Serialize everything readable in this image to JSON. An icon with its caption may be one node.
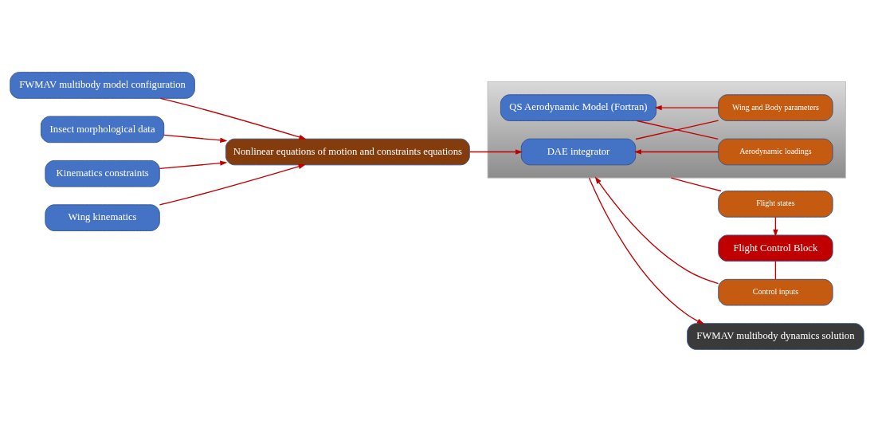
{
  "diagram": {
    "nodes": [
      {
        "text": [
          "FWMAV multibody model configuration"
        ]
      },
      {
        "text": [
          "Insect morphological data"
        ]
      },
      {
        "text": [
          "Kinematics constraints"
        ]
      },
      {
        "text": [
          "Wing kinematics"
        ]
      },
      {
        "text": [
          "Nonlinear equations of motion and constraints equations"
        ]
      },
      {
        "text": [],
        "shape": "box"
      },
      {
        "text": [
          "DAE integrator"
        ],
        "in": 5
      },
      {
        "text": [
          "Aerodynamic loadings"
        ],
        "in": 5
      },
      {
        "text": [
          "Wing and Body parameters"
        ],
        "in": 5
      },
      {
        "text": [
          "QS Aerodynamic Model (Fortran)"
        ],
        "in": 5
      },
      {
        "text": [
          "Control inputs"
        ]
      },
      {
        "text": [
          "Flight states"
        ]
      },
      {
        "text": [
          "Flight Control Block"
        ]
      },
      {
        "text": [
          "FWMAV multibody dynamics solution"
        ]
      }
    ],
    "edges": [
      {
        "from": 0,
        "to": 4,
        "arrow": "to"
      },
      {
        "from": 1,
        "to": 4,
        "arrow": "to"
      },
      {
        "from": 2,
        "to": 4,
        "arrow": "to"
      },
      {
        "from": 3,
        "to": 4,
        "arrow": "to"
      },
      {
        "from": 4,
        "to": 6,
        "arrow": "to"
      },
      {
        "from": 9,
        "to": 7,
        "arrow": "none"
      },
      {
        "from": 7,
        "to": 6,
        "arrow": "to"
      },
      {
        "from": 6,
        "to": 8,
        "arrow": "none"
      },
      {
        "from": 8,
        "to": 9,
        "arrow": "to"
      },
      {
        "from": 12,
        "to": 10,
        "arrow": "none"
      },
      {
        "from": 10,
        "to": 5,
        "arrow": "to"
      },
      {
        "from": 5,
        "to": 11,
        "arrow": "none"
      },
      {
        "from": 11,
        "to": 12,
        "arrow": "to"
      },
      {
        "from": 5,
        "to": 13,
        "arrow": "to"
      }
    ]
  }
}
